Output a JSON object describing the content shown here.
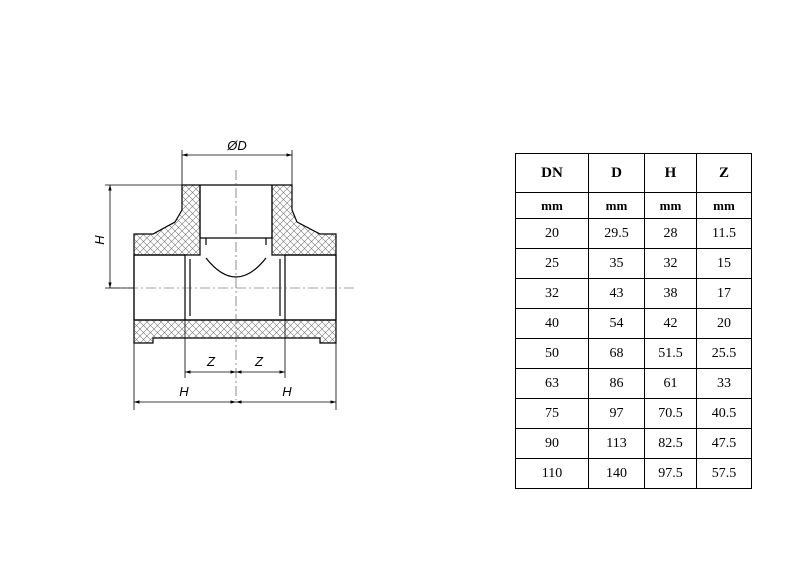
{
  "drawing": {
    "labels": {
      "diameter": "ØD",
      "height_left": "H",
      "z_left": "Z",
      "z_right": "Z",
      "h_bottom_left": "H",
      "h_bottom_right": "H"
    }
  },
  "table": {
    "headers": [
      "DN",
      "D",
      "H",
      "Z"
    ],
    "units": [
      "mm",
      "mm",
      "mm",
      "mm"
    ],
    "rows": [
      [
        "20",
        "29.5",
        "28",
        "11.5"
      ],
      [
        "25",
        "35",
        "32",
        "15"
      ],
      [
        "32",
        "43",
        "38",
        "17"
      ],
      [
        "40",
        "54",
        "42",
        "20"
      ],
      [
        "50",
        "68",
        "51.5",
        "25.5"
      ],
      [
        "63",
        "86",
        "61",
        "33"
      ],
      [
        "75",
        "97",
        "70.5",
        "40.5"
      ],
      [
        "90",
        "113",
        "82.5",
        "47.5"
      ],
      [
        "110",
        "140",
        "97.5",
        "57.5"
      ]
    ]
  }
}
